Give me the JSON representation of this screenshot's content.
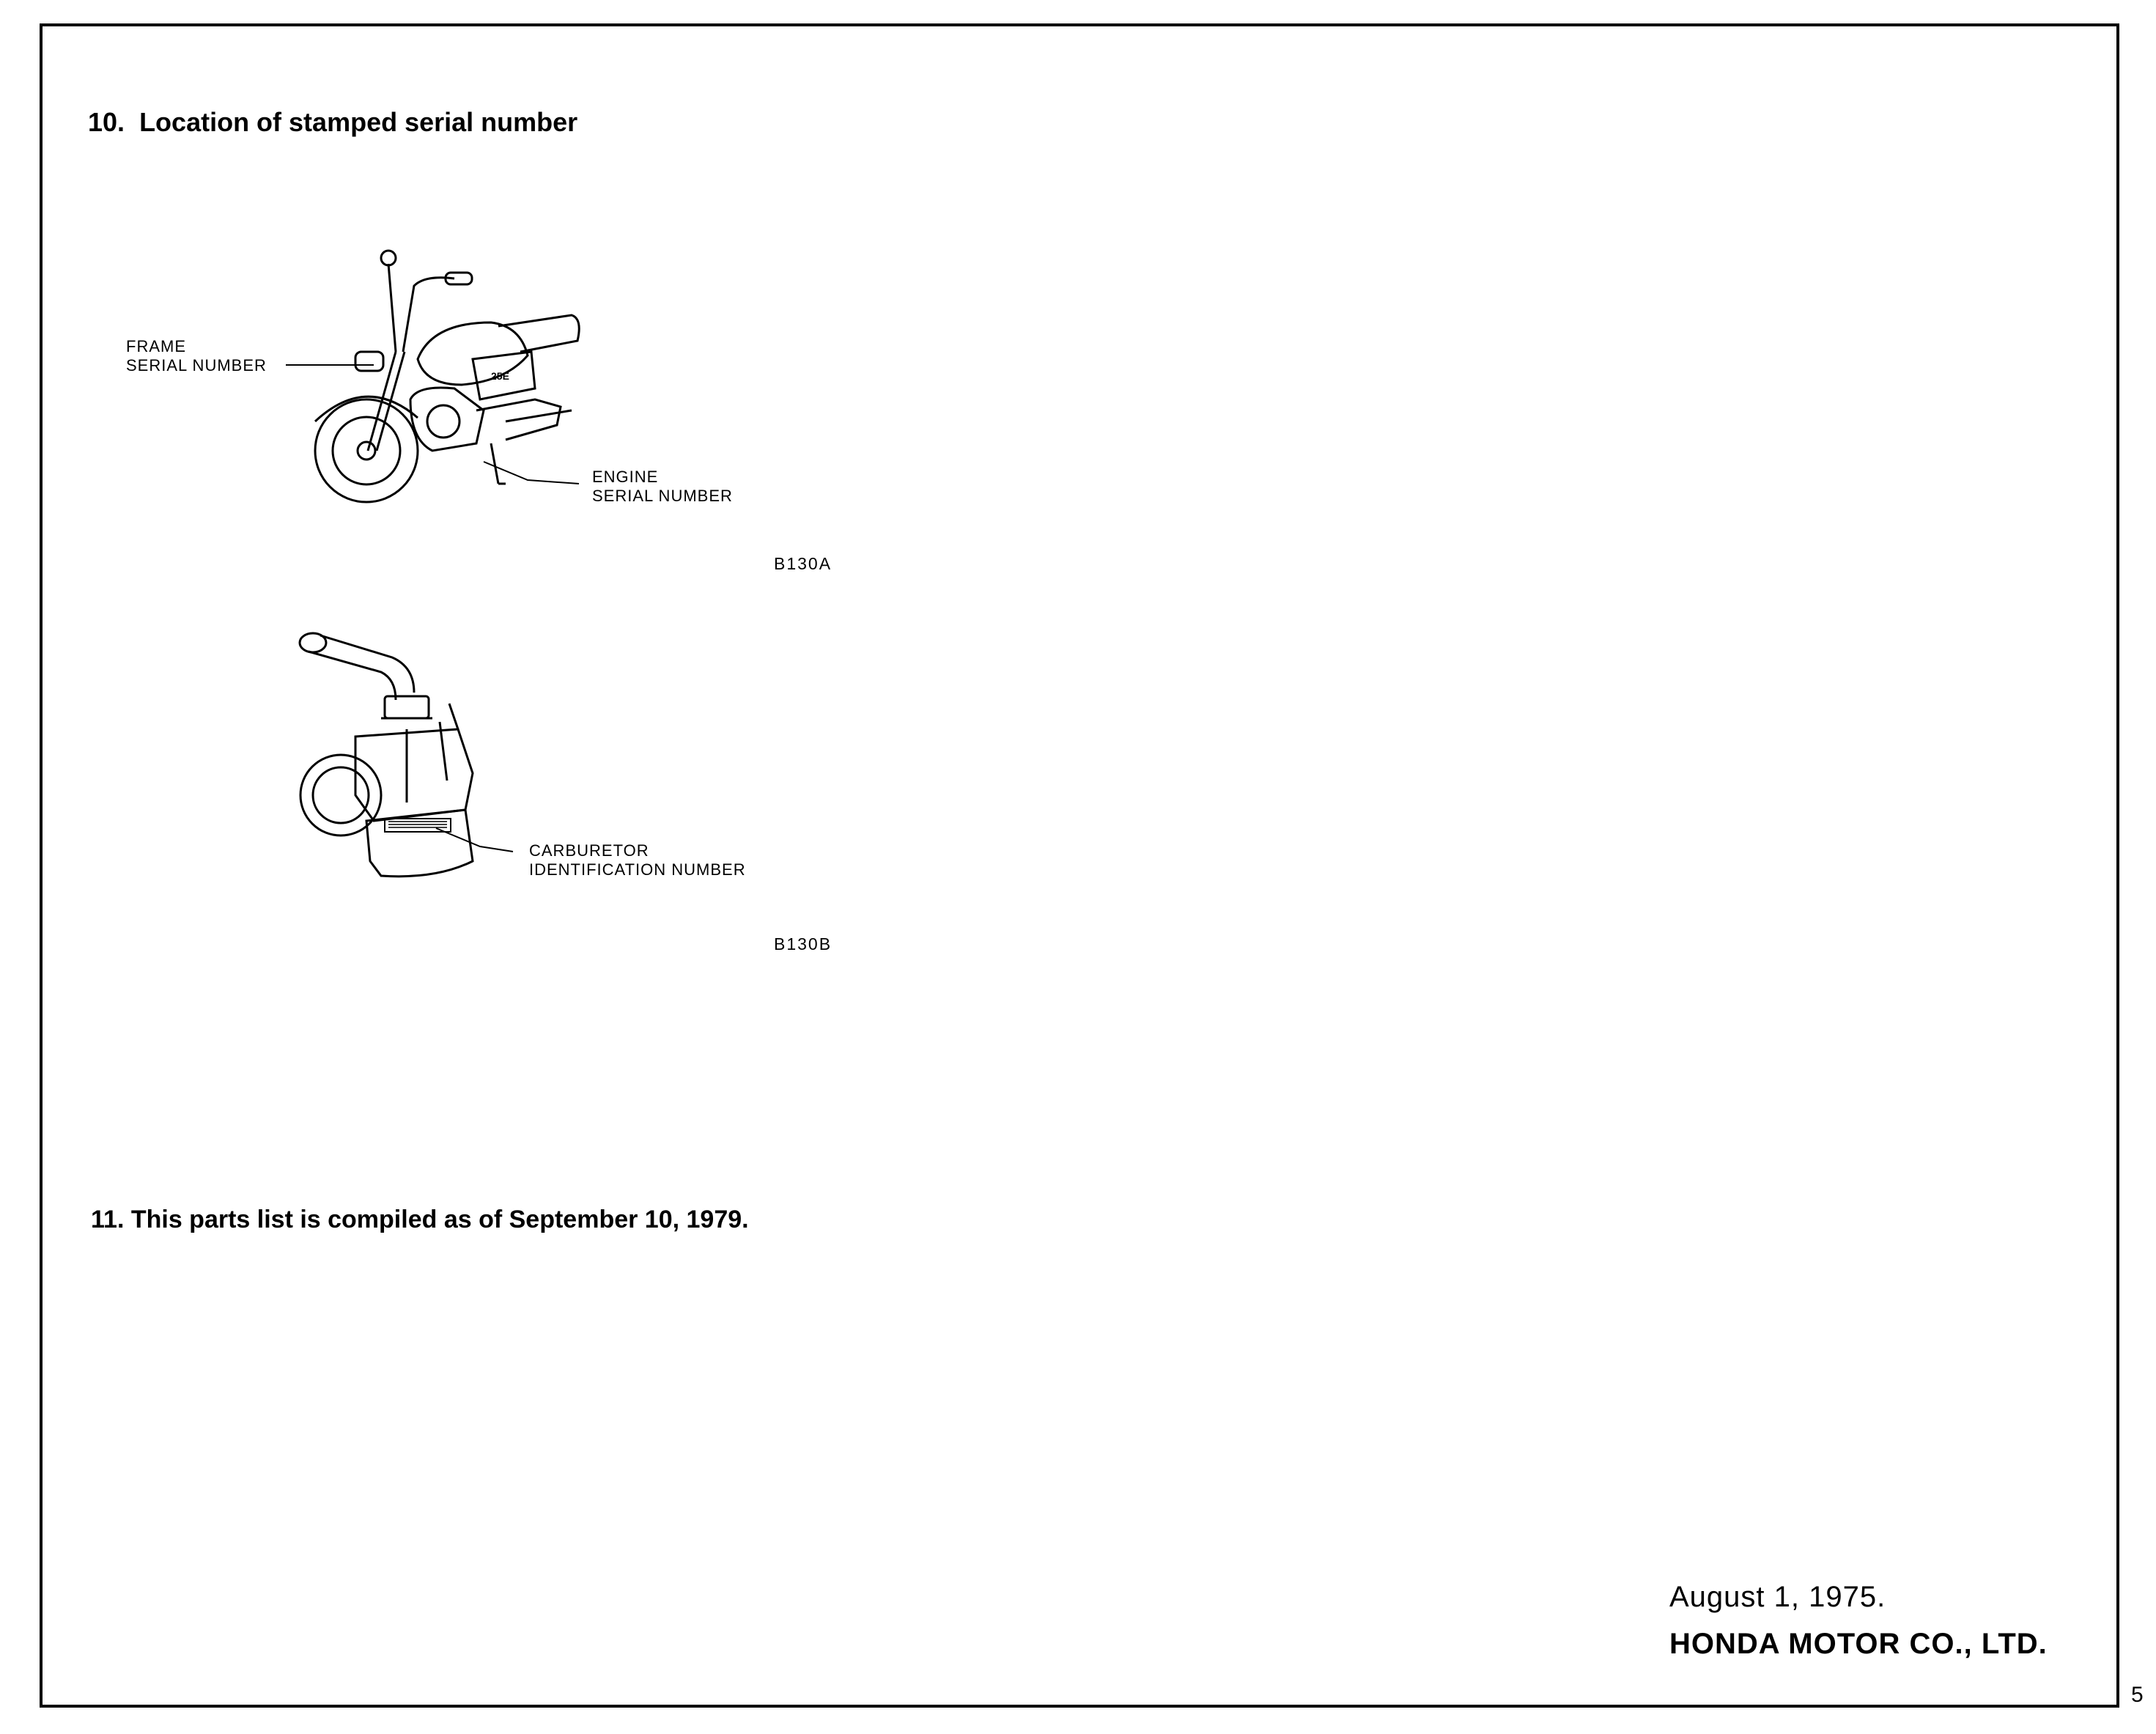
{
  "section10": {
    "number": "10.",
    "title": "Location of stamped serial number",
    "figure_a": {
      "frame_label_line1": "FRAME",
      "frame_label_line2": "SERIAL NUMBER",
      "engine_label_line1": "ENGINE",
      "engine_label_line2": "SERIAL NUMBER",
      "code": "B130A",
      "icon": "motorcycle-illustration"
    },
    "figure_b": {
      "label_line1": "CARBURETOR",
      "label_line2": "IDENTIFICATION NUMBER",
      "code": "B130B",
      "icon": "carburetor-illustration"
    }
  },
  "section11": {
    "text": "11. This parts list is compiled as of September 10, 1979."
  },
  "footer": {
    "date": "August 1, 1975.",
    "company": "HONDA MOTOR CO., LTD."
  },
  "page_number": "5"
}
